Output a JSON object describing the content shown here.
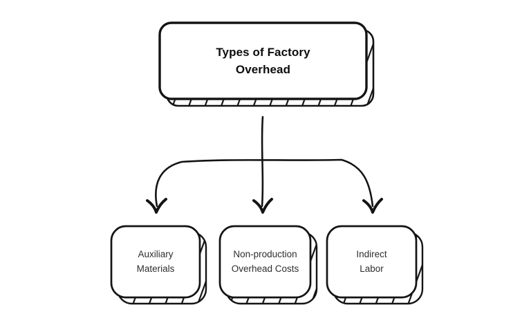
{
  "diagram": {
    "root_node": {
      "label": "Types of Factory\nOverhead"
    },
    "child_nodes": [
      {
        "label": "Auxiliary\nMaterials"
      },
      {
        "label": "Non-production\nOverhead Costs"
      },
      {
        "label": "Indirect\nLabor"
      }
    ],
    "colors": {
      "ink": "#141414",
      "node_fill": "#ffffff",
      "background": "#ffffff",
      "root_text": "#0d0d0d",
      "child_text": "#2d2d2d"
    }
  }
}
